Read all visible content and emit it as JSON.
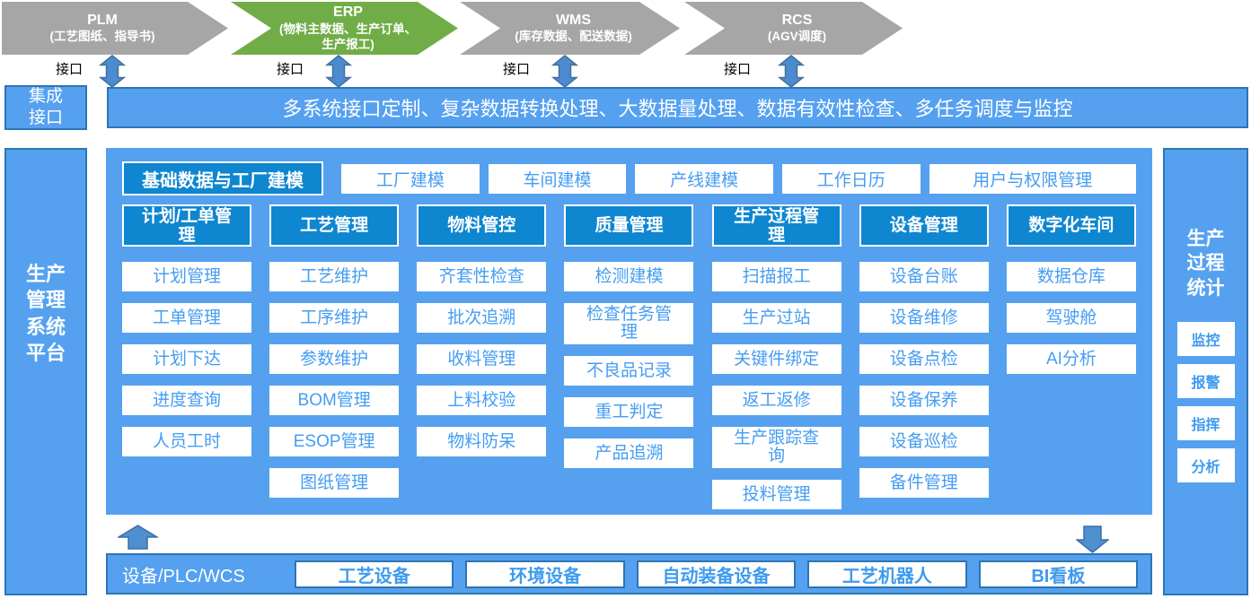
{
  "colors": {
    "panel_blue": "#55A1F0",
    "module_header_blue": "#0E86D0",
    "dark_border_blue": "#2E74B5",
    "system_gray": "#A6A6A6",
    "system_green": "#70AD47",
    "connector_arrow_blue": "#4D8BD0",
    "white_box_text_blue": "#459DF2"
  },
  "top_systems": [
    {
      "title": "PLM",
      "subtitle": "(工艺图纸、指导书)",
      "color": "#A6A6A6"
    },
    {
      "title": "ERP",
      "subtitle": "(物料主数据、生产订单、\n生产报工)",
      "color": "#70AD47"
    },
    {
      "title": "WMS",
      "subtitle": "(库存数据、配送数据)",
      "color": "#A6A6A6"
    },
    {
      "title": "RCS",
      "subtitle": "(AGV调度)",
      "color": "#A6A6A6"
    }
  ],
  "interface_label": "接口",
  "integration": {
    "label": "集成\n接口",
    "bar": "多系统接口定制、复杂数据转换处理、大数据量处理、数据有效性检查、多任务调度与监控"
  },
  "left_sidebar": {
    "title": "生产\n管理\n系统\n平台"
  },
  "platform": {
    "base_row": {
      "header": "基础数据与工厂建模",
      "items": [
        "工厂建模",
        "车间建模",
        "产线建模",
        "工作日历",
        "用户与权限管理"
      ]
    },
    "columns": [
      {
        "header": "计划/工单管\n理",
        "items": [
          "计划管理",
          "工单管理",
          "计划下达",
          "进度查询",
          "人员工时"
        ]
      },
      {
        "header": "工艺管理",
        "items": [
          "工艺维护",
          "工序维护",
          "参数维护",
          "BOM管理",
          "ESOP管理",
          "图纸管理"
        ]
      },
      {
        "header": "物料管控",
        "items": [
          "齐套性检查",
          "批次追溯",
          "收料管理",
          "上料校验",
          "物料防呆"
        ]
      },
      {
        "header": "质量管理",
        "items": [
          "检测建模",
          "检查任务管\n理",
          "不良品记录",
          "重工判定",
          "产品追溯"
        ]
      },
      {
        "header": "生产过程管\n理",
        "items": [
          "扫描报工",
          "生产过站",
          "关键件绑定",
          "返工返修",
          "生产跟踪查\n询",
          "投料管理"
        ]
      },
      {
        "header": "设备管理",
        "items": [
          "设备台账",
          "设备维修",
          "设备点检",
          "设备保养",
          "设备巡检",
          "备件管理"
        ]
      },
      {
        "header": "数字化车间",
        "items": [
          "数据仓库",
          "驾驶舱",
          "AI分析"
        ]
      }
    ]
  },
  "right_sidebar": {
    "title": "生产\n过程\n统计",
    "items": [
      "监控",
      "报警",
      "指挥",
      "分析"
    ]
  },
  "bottom": {
    "label": "设备/PLC/WCS",
    "items": [
      "工艺设备",
      "环境设备",
      "自动装备设备",
      "工艺机器人",
      "BI看板"
    ]
  }
}
